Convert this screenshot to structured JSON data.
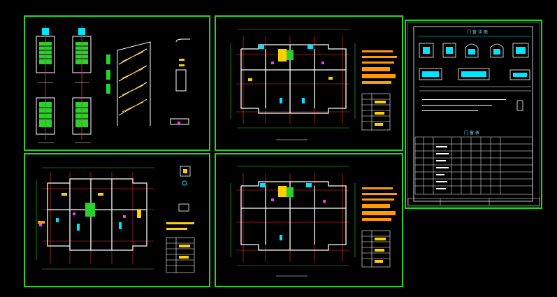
{
  "sheets": [
    {
      "id": "A"
    },
    {
      "id": "B"
    },
    {
      "id": "C"
    },
    {
      "id": "D"
    },
    {
      "id": "E"
    }
  ],
  "legend": {
    "title_top": "门 窗 详 图",
    "title_table": "门 窗 表"
  },
  "colors": {
    "frame": "#2bd12b",
    "wall": "#ffffff",
    "grid": "#ff3030",
    "dim": "#2bd12b",
    "cyan": "#00e5ff",
    "yellow": "#ffd000",
    "magenta": "#ff33ff",
    "blue": "#3366ff"
  }
}
